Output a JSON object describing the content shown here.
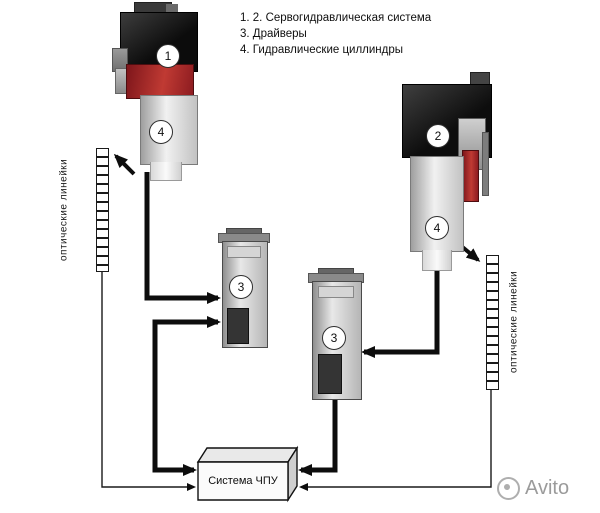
{
  "legend": {
    "items": [
      "1. 2. Сервогидравлическая система",
      "3. Драйверы",
      "4. Гидравлические циллиндры"
    ]
  },
  "badges": {
    "unit1": "1",
    "unit2": "2",
    "driver1": "3",
    "driver2": "3",
    "cylinder1": "4",
    "cylinder2": "4"
  },
  "rulers": {
    "left_label": "оптические линейки",
    "right_label": "оптические линейки"
  },
  "cnc": {
    "label": "Система ЧПУ"
  },
  "watermark": {
    "text": "Avito"
  },
  "colors": {
    "wire": "#0d0d0d",
    "machine_black": "#161616",
    "machine_red": "#a1242a",
    "machine_gray": "#d8d8d8",
    "watermark_gray": "#9b9b9b"
  }
}
